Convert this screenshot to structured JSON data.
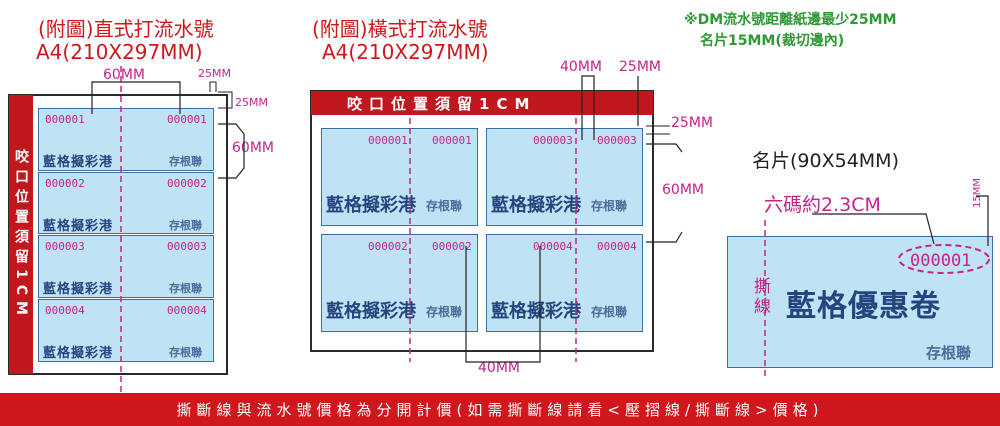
{
  "left": {
    "title_line1": "(附圖)直式打流水號",
    "title_line2": "A4(210X297MM)",
    "band": "咬口位置須留1CM",
    "dim_width": "60MM",
    "dim_gap_top": "25MM",
    "dim_gap_side": "25MM",
    "dim_height": "60MM",
    "cards": [
      {
        "num_left": "000001",
        "num_right": "000001",
        "brand": "藍格擬彩港",
        "stub": "存根聯"
      },
      {
        "num_left": "000002",
        "num_right": "000002",
        "brand": "藍格擬彩港",
        "stub": "存根聯"
      },
      {
        "num_left": "000003",
        "num_right": "000003",
        "brand": "藍格擬彩港",
        "stub": "存根聯"
      },
      {
        "num_left": "000004",
        "num_right": "000004",
        "brand": "藍格擬彩港",
        "stub": "存根聯"
      }
    ]
  },
  "middle": {
    "title_line1": "(附圖)橫式打流水號",
    "title_line2": "A4(210X297MM)",
    "band": "咬口位置須留1CM",
    "dim_top_left": "40MM",
    "dim_top_right": "25MM",
    "dim_side_gap": "25MM",
    "dim_side_height": "60MM",
    "dim_bottom": "40MM",
    "cards": [
      {
        "num_left": "000001",
        "num_right": "000001",
        "brand": "藍格擬彩港",
        "stub": "存根聯"
      },
      {
        "num_left": "000003",
        "num_right": "000003",
        "brand": "藍格擬彩港",
        "stub": "存根聯"
      },
      {
        "num_left": "000002",
        "num_right": "000002",
        "brand": "藍格擬彩港",
        "stub": "存根聯"
      },
      {
        "num_left": "000004",
        "num_right": "000004",
        "brand": "藍格擬彩港",
        "stub": "存根聯"
      }
    ]
  },
  "right": {
    "note_line1": "※DM流水號距離紙邊最少25MM",
    "note_line2": "名片15MM(裁切邊內)",
    "card_size": "名片(90X54MM)",
    "digits_note": "六碼約2.3CM",
    "dim_right": "15MM",
    "number": "000001",
    "tear_label": "撕線",
    "brand": "藍格優惠卷",
    "stub": "存根聯"
  },
  "footer": "撕斷線與流水號價格為分開計價(如需撕斷線請看<壓摺線/撕斷線>價格)",
  "colors": {
    "red": "#d0171d",
    "green": "#2f9a35",
    "magenta": "#c4248a",
    "card": "#bfe3f5",
    "brand": "#24467f"
  }
}
